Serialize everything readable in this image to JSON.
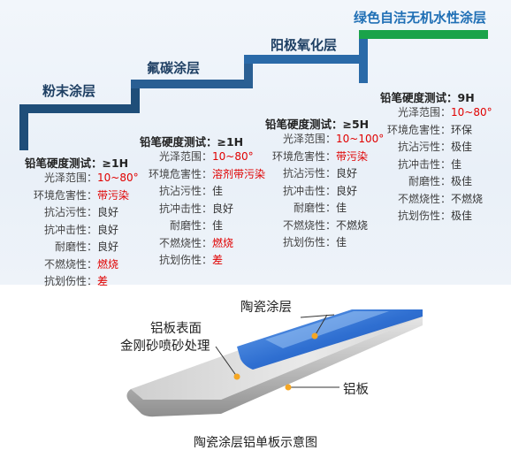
{
  "layers": [
    {
      "title": "粉末涂层",
      "pencil": "铅笔硬度测试：≥1H",
      "props": [
        {
          "label": "光泽范围：",
          "value": "10~80°",
          "red": true
        },
        {
          "label": "环境危害性：",
          "value": "带污染",
          "red": true
        },
        {
          "label": "抗沾污性：",
          "value": "良好",
          "red": false
        },
        {
          "label": "抗冲击性：",
          "value": "良好",
          "red": false
        },
        {
          "label": "耐磨性：",
          "value": "良好",
          "red": false
        },
        {
          "label": "不燃烧性：",
          "value": "燃烧",
          "red": true
        },
        {
          "label": "抗划伤性：",
          "value": "差",
          "red": true
        }
      ]
    },
    {
      "title": "氟碳涂层",
      "pencil": "铅笔硬度测试：≥1H",
      "props": [
        {
          "label": "光泽范围：",
          "value": "10~80°",
          "red": true
        },
        {
          "label": "环境危害性：",
          "value": "溶剂带污染",
          "red": true
        },
        {
          "label": "抗沾污性：",
          "value": "佳",
          "red": false
        },
        {
          "label": "抗冲击性：",
          "value": "良好",
          "red": false
        },
        {
          "label": "耐磨性：",
          "value": "佳",
          "red": false
        },
        {
          "label": "不燃烧性：",
          "value": "燃烧",
          "red": true
        },
        {
          "label": "抗划伤性：",
          "value": "差",
          "red": true
        }
      ]
    },
    {
      "title": "阳极氧化层",
      "pencil": "铅笔硬度测试：≥5H",
      "props": [
        {
          "label": "光泽范围：",
          "value": "10~100°",
          "red": true
        },
        {
          "label": "环境危害性：",
          "value": "带污染",
          "red": true
        },
        {
          "label": "抗沾污性：",
          "value": "良好",
          "red": false
        },
        {
          "label": "抗冲击性：",
          "value": "良好",
          "red": false
        },
        {
          "label": "耐磨性：",
          "value": "佳",
          "red": false
        },
        {
          "label": "不燃烧性：",
          "value": "不燃烧",
          "red": false
        },
        {
          "label": "抗划伤性：",
          "value": "佳",
          "red": false
        }
      ]
    },
    {
      "title": "绿色自洁无机水性涂层",
      "pencil": "铅笔硬度测试：9H",
      "props": [
        {
          "label": "光泽范围：",
          "value": "10~80°",
          "red": true
        },
        {
          "label": "环境危害性：",
          "value": "环保",
          "red": false
        },
        {
          "label": "抗沾污性：",
          "value": "极佳",
          "red": false
        },
        {
          "label": "抗冲击性：",
          "value": "佳",
          "red": false
        },
        {
          "label": "耐磨性：",
          "value": "极佳",
          "red": false
        },
        {
          "label": "不燃烧性：",
          "value": "不燃烧",
          "red": false
        },
        {
          "label": "抗划伤性：",
          "value": "极佳",
          "red": false
        }
      ]
    }
  ],
  "diagram": {
    "ceramic_label": "陶瓷涂层",
    "surface_label_line1": "铝板表面",
    "surface_label_line2": "金刚砂喷砂处理",
    "aluminum_label": "铝板"
  },
  "caption": "陶瓷涂层铝单板示意图",
  "colors": {
    "step_dark": "#1f4e79",
    "step_mid": "#2a6aa8",
    "step_green": "#1aa34a",
    "ceramic": "#2f6fd1",
    "value_red": "#e00000"
  }
}
